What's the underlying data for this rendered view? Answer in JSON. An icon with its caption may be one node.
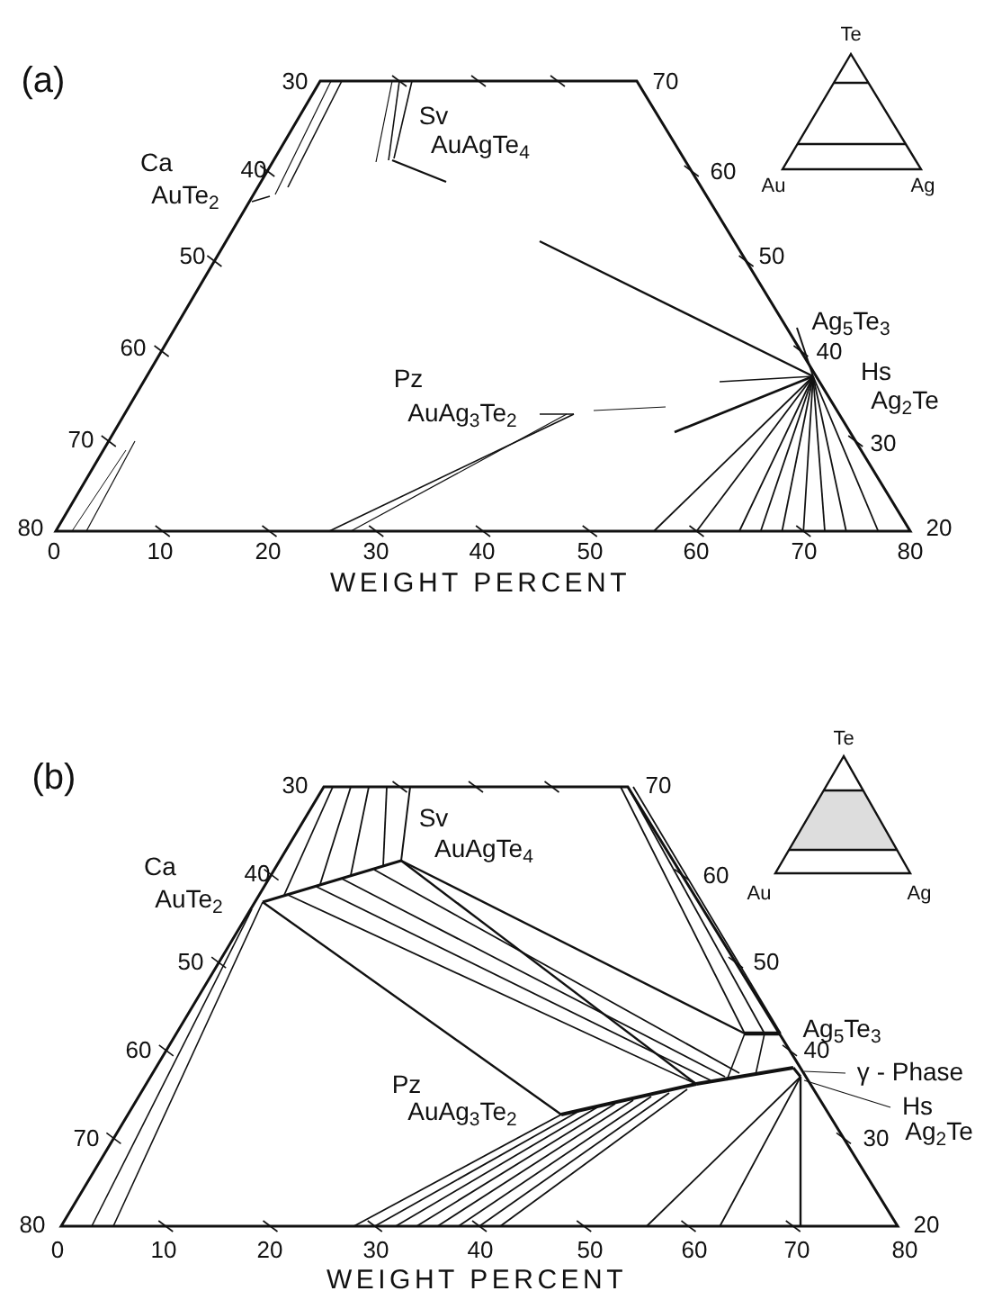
{
  "diagram": {
    "labels": [
      "Te",
      "(a)",
      "30",
      "70",
      "Sv",
      "AuAgTe$_{4}$",
      "Ca",
      "40",
      "60",
      "Au",
      "Ag",
      "AuTe$_{2}$",
      "50",
      "50",
      "Ag$_{5}$Te$_{3}$",
      "60",
      "40",
      "Pz",
      "Hs",
      "Ag$_{2}$Te",
      "AuAg$_{3}$Te$_{2}$",
      "70",
      "30",
      "80",
      "20",
      "0",
      "10",
      "20",
      "30",
      "40",
      "50",
      "60",
      "70",
      "80",
      "WEIGHT PERCENT",
      "Te",
      "(b)",
      "30",
      "70",
      "Sv",
      "AuAgTe$_{4}$",
      "Ca",
      "40",
      "60",
      "AuTe$_{2}$",
      "Au",
      "Ag",
      "50",
      "50",
      "Ag$_{5}$Te$_{3}$",
      "60",
      "40",
      "γ - Phase",
      "Pz",
      "AuAg$_{3}$Te$_{2}$",
      "Hs",
      "70",
      "30",
      "Ag$_{2}$Te",
      "80",
      "20",
      "0",
      "10",
      "20",
      "30",
      "40",
      "50",
      "60",
      "70",
      "80",
      "WEIGHT PERCENT"
    ]
  }
}
